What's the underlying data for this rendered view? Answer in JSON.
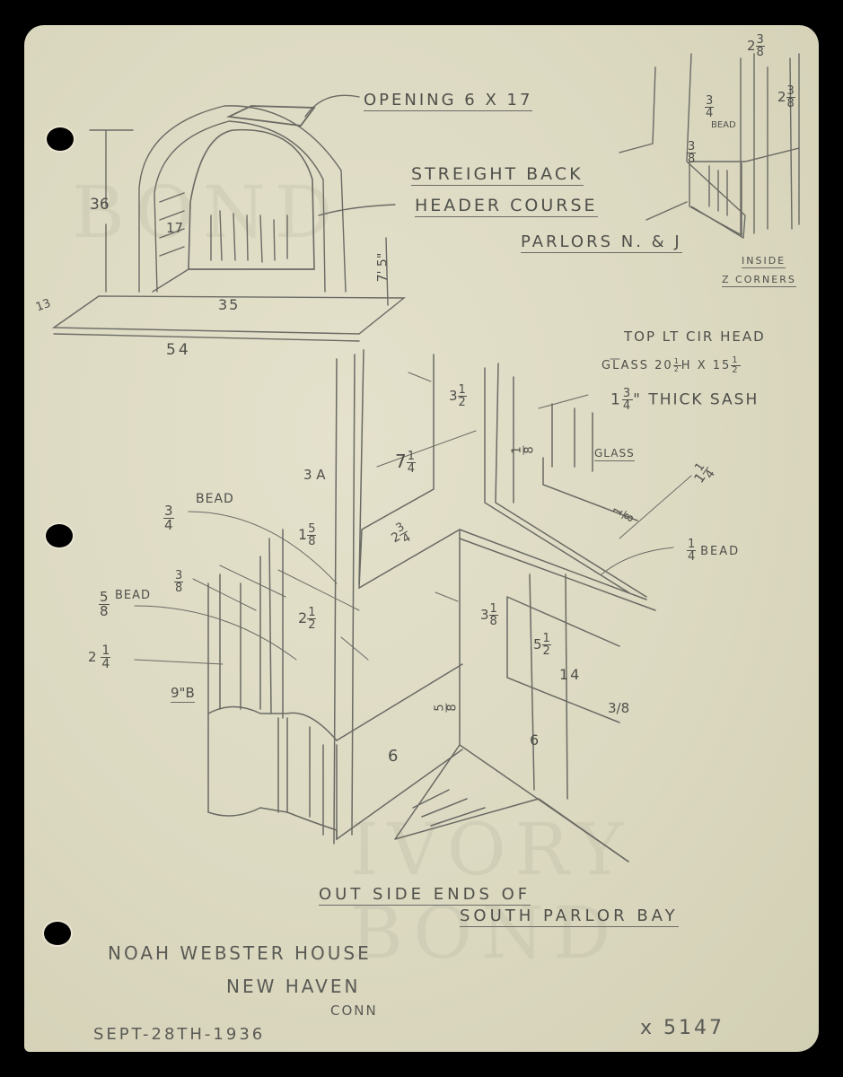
{
  "sheet": {
    "paper_color": "#dedbc4",
    "ink_color": "#4f4f4a",
    "background_color": "#000000",
    "watermark": "IVORY BOND"
  },
  "fireplace": {
    "label_opening": "OPENING 6 X 17",
    "label_back": "STREIGHT BACK",
    "label_header": "HEADER COURSE",
    "label_parlors": "PARLORS N. & J",
    "dim_height": "36",
    "dim_depth": "17",
    "dim_opening_width": "35",
    "dim_hearth_width": "54",
    "dim_hearth_depth": "13",
    "dim_side": "7' 5\""
  },
  "inside_corners": {
    "label_line1": "INSIDE",
    "label_line2": "Z CORNERS",
    "dim_top": {
      "whole": "2",
      "num": "3",
      "den": "8"
    },
    "dim_right": {
      "whole": "2",
      "num": "3",
      "den": "8"
    },
    "dim_bead": {
      "num": "3",
      "den": "4"
    },
    "bead_label": "BEAD",
    "dim_base": {
      "num": "3",
      "den": "8"
    }
  },
  "sash_notes": {
    "line1": "TOP LT CIR HEAD",
    "line2_prefix": "GLASS 20",
    "line2_frac": {
      "num": "1",
      "den": "2"
    },
    "line2_mid": "H X 15",
    "line2_frac2": {
      "num": "1",
      "den": "2"
    },
    "line3_whole": "1",
    "line3_frac": {
      "num": "3",
      "den": "4"
    },
    "line3_rest": "\" THICK SASH"
  },
  "bay_detail": {
    "glass_label": "GLASS",
    "dim_3_half": {
      "whole": "3",
      "num": "1",
      "den": "2"
    },
    "dim_7_quarter": {
      "whole": "7",
      "num": "1",
      "den": "4"
    },
    "dim_1_8a": {
      "num": "1",
      "den": "8"
    },
    "dim_1_8b": {
      "num": "1",
      "den": "8"
    },
    "dim_1_quarter": {
      "whole": "1",
      "num": "1",
      "den": "4"
    },
    "quarter_bead": {
      "num": "1",
      "den": "4"
    },
    "quarter_bead_label": "BEAD",
    "dim_2_3_4": {
      "whole": "2",
      "num": "3",
      "den": "4"
    },
    "dim_3_4_left": {
      "num": "3",
      "den": "4"
    },
    "bead_label": "BEAD",
    "dim_1_5_8": {
      "whole": "1",
      "num": "5",
      "den": "8"
    },
    "dim_3_8": {
      "num": "3",
      "den": "8"
    },
    "dim_5_8_bead": {
      "num": "5",
      "den": "8"
    },
    "five_bead_label": "BEAD",
    "dim_2_half": {
      "whole": "2",
      "num": "1",
      "den": "2"
    },
    "dim_2_quarter": {
      "whole": "2",
      "num": "1",
      "den": "4"
    },
    "dim_9_b": "9\"B",
    "dim_3_8_panel": {
      "whole": "3",
      "num": "1",
      "den": "8"
    },
    "dim_5_half": {
      "whole": "5",
      "num": "1",
      "den": "2"
    },
    "dim_14": "14",
    "dim_3_8_right": "3/8",
    "dim_6_bottom": "6",
    "dim_6_base": "6",
    "dim_5_8_base": {
      "num": "5",
      "den": "8"
    },
    "dim_3_A": "3 A",
    "caption_line1": "OUT SIDE ENDS OF",
    "caption_line2": "SOUTH PARLOR BAY"
  },
  "footer": {
    "house": "NOAH WEBSTER HOUSE",
    "city": "NEW HAVEN",
    "state": "CONN",
    "date": "SEPT-28TH-1936",
    "sheet_number": "x 5147"
  }
}
